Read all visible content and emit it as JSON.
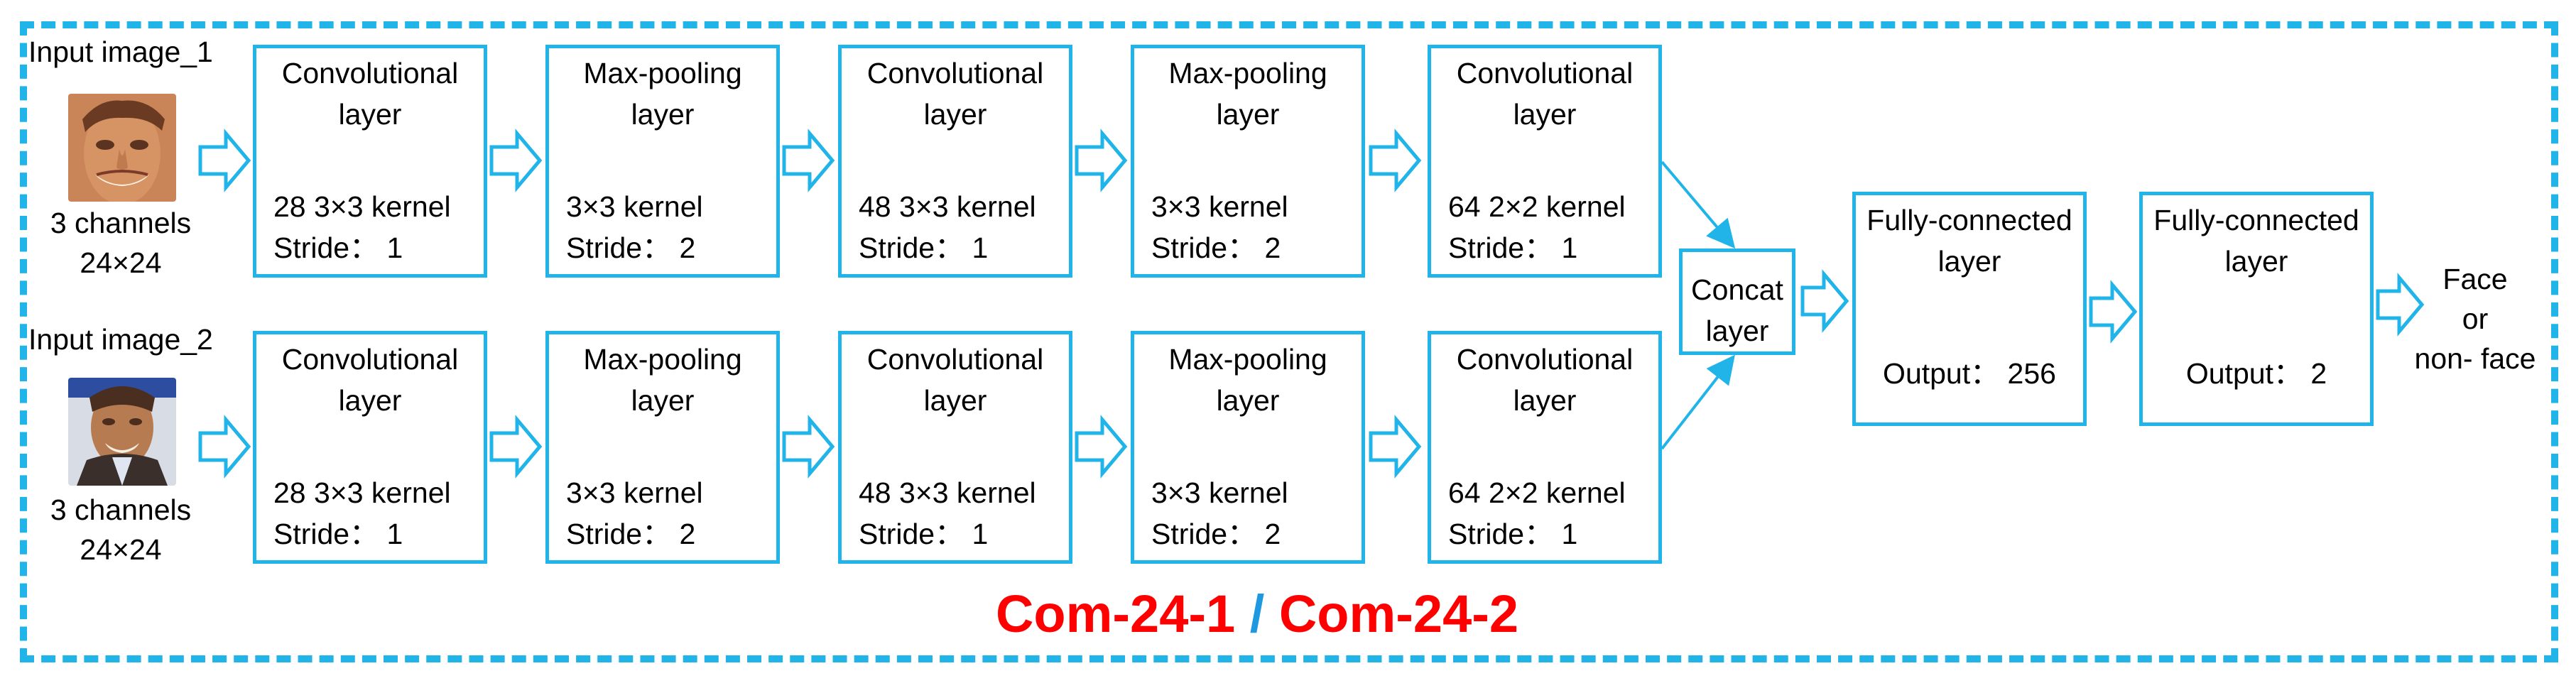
{
  "inputs": [
    {
      "label": "Input image_1",
      "channels": "3 channels\n24×24"
    },
    {
      "label": "Input image_2",
      "channels": "3 channels\n24×24"
    }
  ],
  "branch_1": [
    {
      "title": "Convolutional\nlayer",
      "detail": "28  3×3 kernel\nStride：  1"
    },
    {
      "title": "Max-pooling\nlayer",
      "detail": "3×3 kernel\nStride：  2"
    },
    {
      "title": "Convolutional\nlayer",
      "detail": "48  3×3 kernel\nStride：  1"
    },
    {
      "title": "Max-pooling\nlayer",
      "detail": "3×3 kernel\nStride：  2"
    },
    {
      "title": "Convolutional\nlayer",
      "detail": "64  2×2 kernel\nStride：  1"
    }
  ],
  "branch_2": [
    {
      "title": "Convolutional\nlayer",
      "detail": "28  3×3 kernel\nStride：  1"
    },
    {
      "title": "Max-pooling\nlayer",
      "detail": "3×3 kernel\nStride：  2"
    },
    {
      "title": "Convolutional\nlayer",
      "detail": "48  3×3 kernel\nStride：  1"
    },
    {
      "title": "Max-pooling\nlayer",
      "detail": "3×3 kernel\nStride：  2"
    },
    {
      "title": "Convolutional\nlayer",
      "detail": "64  2×2 kernel\nStride：  1"
    }
  ],
  "concat": {
    "title": "Concat\nlayer"
  },
  "fc_layers": [
    {
      "title": "Fully-connected\nlayer",
      "detail": "Output：  256"
    },
    {
      "title": "Fully-connected\nlayer",
      "detail": "Output：  2"
    }
  ],
  "output": {
    "label": "Face\nor\nnon- face"
  },
  "footer": {
    "part_1": "Com-24-1",
    "separator": " / ",
    "part_2": "Com-24-2"
  },
  "colors": {
    "accent": "#20b4e8",
    "footer_red": "#ff0000",
    "footer_blue": "#1e98e0"
  }
}
